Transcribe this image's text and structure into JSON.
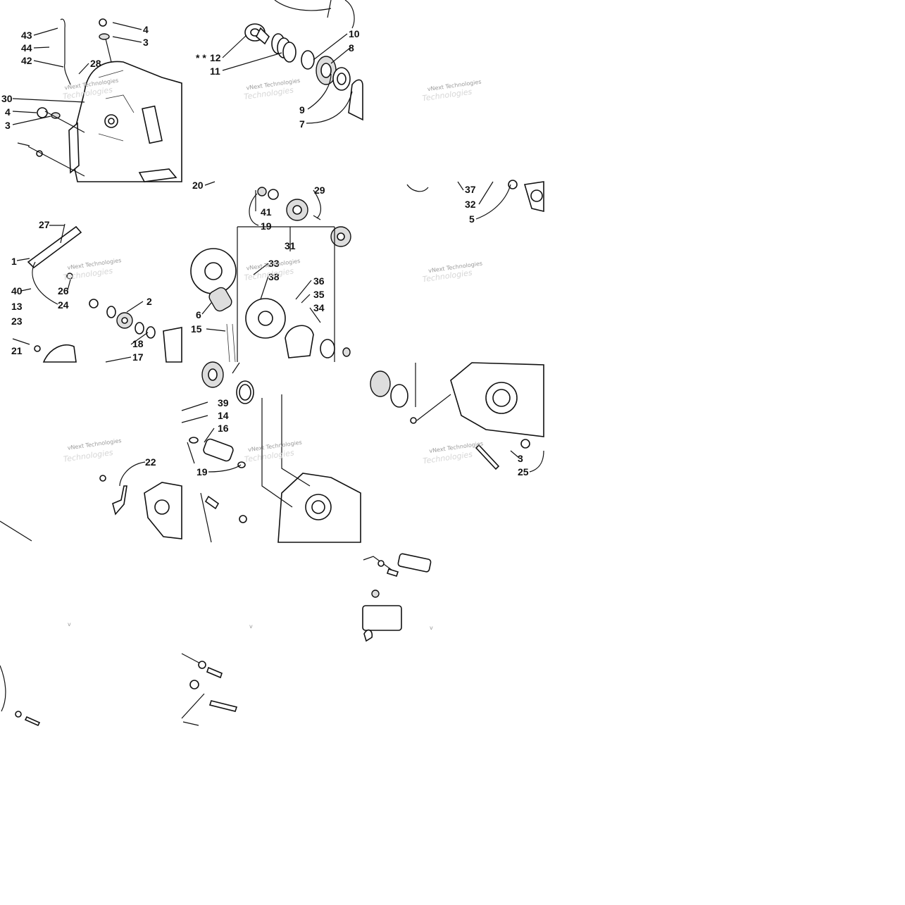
{
  "diagram": {
    "watermark_text": "vNext Technologies",
    "watermark_fragment": "v",
    "callouts": [
      {
        "id": "c43",
        "label": "43"
      },
      {
        "id": "c44",
        "label": "44"
      },
      {
        "id": "c42",
        "label": "42"
      },
      {
        "id": "c4a",
        "label": "4"
      },
      {
        "id": "c3a",
        "label": "3"
      },
      {
        "id": "c28",
        "label": "28"
      },
      {
        "id": "c30",
        "label": "30"
      },
      {
        "id": "c4b",
        "label": "4"
      },
      {
        "id": "c3b",
        "label": "3"
      },
      {
        "id": "c12",
        "label": "12"
      },
      {
        "id": "c12star",
        "label": "* *"
      },
      {
        "id": "c11",
        "label": "11"
      },
      {
        "id": "c10",
        "label": "10"
      },
      {
        "id": "c8",
        "label": "8"
      },
      {
        "id": "c9",
        "label": "9"
      },
      {
        "id": "c7",
        "label": "7"
      },
      {
        "id": "c20",
        "label": "20"
      },
      {
        "id": "c41",
        "label": "41"
      },
      {
        "id": "c19a",
        "label": "19"
      },
      {
        "id": "c29",
        "label": "29"
      },
      {
        "id": "c37",
        "label": "37"
      },
      {
        "id": "c32",
        "label": "32"
      },
      {
        "id": "c5",
        "label": "5"
      },
      {
        "id": "c27",
        "label": "27"
      },
      {
        "id": "c1",
        "label": "1"
      },
      {
        "id": "c40",
        "label": "40"
      },
      {
        "id": "c26",
        "label": "26"
      },
      {
        "id": "c24",
        "label": "24"
      },
      {
        "id": "c13",
        "label": "13"
      },
      {
        "id": "c23",
        "label": "23"
      },
      {
        "id": "c2",
        "label": "2"
      },
      {
        "id": "c21",
        "label": "21"
      },
      {
        "id": "c18",
        "label": "18"
      },
      {
        "id": "c17",
        "label": "17"
      },
      {
        "id": "c31",
        "label": "31"
      },
      {
        "id": "c33",
        "label": "33"
      },
      {
        "id": "c38",
        "label": "38"
      },
      {
        "id": "c36",
        "label": "36"
      },
      {
        "id": "c35",
        "label": "35"
      },
      {
        "id": "c34",
        "label": "34"
      },
      {
        "id": "c6",
        "label": "6"
      },
      {
        "id": "c15",
        "label": "15"
      },
      {
        "id": "c39",
        "label": "39"
      },
      {
        "id": "c14",
        "label": "14"
      },
      {
        "id": "c16",
        "label": "16"
      },
      {
        "id": "c19b",
        "label": "19"
      },
      {
        "id": "c22",
        "label": "22"
      },
      {
        "id": "c3c",
        "label": "3"
      },
      {
        "id": "c25",
        "label": "25"
      }
    ]
  }
}
